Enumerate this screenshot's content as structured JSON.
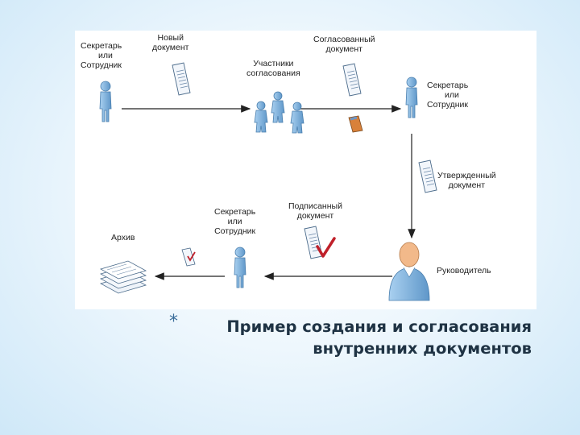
{
  "labels": {
    "secretary_1": [
      "Секретарь",
      "или",
      "Сотрудник"
    ],
    "new_doc": [
      "Новый",
      "документ"
    ],
    "participants": [
      "Участники",
      "согласования"
    ],
    "agreed_doc": [
      "Согласованный",
      "документ"
    ],
    "secretary_2": [
      "Секретарь",
      "или",
      "Сотрудник"
    ],
    "approved_doc": [
      "Утвержденный",
      "документ"
    ],
    "manager": [
      "Руководитель"
    ],
    "signed_doc": [
      "Подписанный",
      "документ"
    ],
    "secretary_3": [
      "Секретарь",
      "или",
      "Сотрудник"
    ],
    "archive": [
      "Архив"
    ]
  },
  "title": {
    "bullet": "*",
    "line1": "Пример создания и согласования",
    "line2": "внутренних документов"
  },
  "colors": {
    "person_blue": "#7fb3e0",
    "person_outline": "#4a7fae",
    "document_fill": "#f2f6fb",
    "document_lines": "#6b88a8",
    "checkmark": "#c0202a",
    "arrow": "#222222",
    "manager_skin": "#f2b98a",
    "folder_orange": "#d9813a"
  }
}
